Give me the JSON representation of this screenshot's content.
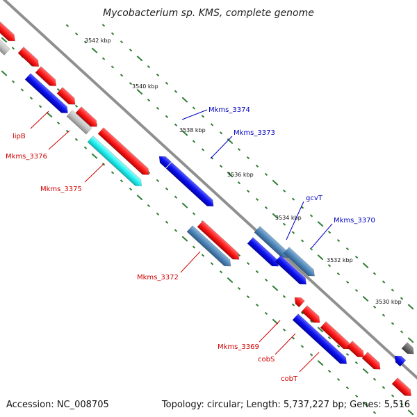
{
  "title": "Mycobacterium sp. KMS, complete genome",
  "accession": "Accession: NC_008705",
  "stats": "Topology: circular; Length: 5,737,227 bp; Genes: 5,516",
  "colors": {
    "backbone": "#8f8f8f",
    "tick": "#2e7d32",
    "red": "#ff1a1a",
    "blue": "#0a10ee",
    "steel": "#4f86b8",
    "cyan": "#20f0f0",
    "gray": "#c0c0c0",
    "darkgray": "#6a6a6a",
    "label_red": "#d00000",
    "label_blue": "#0000c0"
  },
  "kbp_labels": [
    "3542 kbp",
    "3540 kbp",
    "3538 kbp",
    "3536 kbp",
    "3534 kbp",
    "3532 kbp",
    "3530 kbp"
  ],
  "labels": {
    "lipB": "lipB",
    "mkms3376": "Mkms_3376",
    "mkms3375": "Mkms_3375",
    "mkms3374": "Mkms_3374",
    "mkms3373": "Mkms_3373",
    "mkms3372": "Mkms_3372",
    "gcvT": "gcvT",
    "mkms3370": "Mkms_3370",
    "mkms3369": "Mkms_3369",
    "cobS": "cobS",
    "cobT": "cobT"
  }
}
